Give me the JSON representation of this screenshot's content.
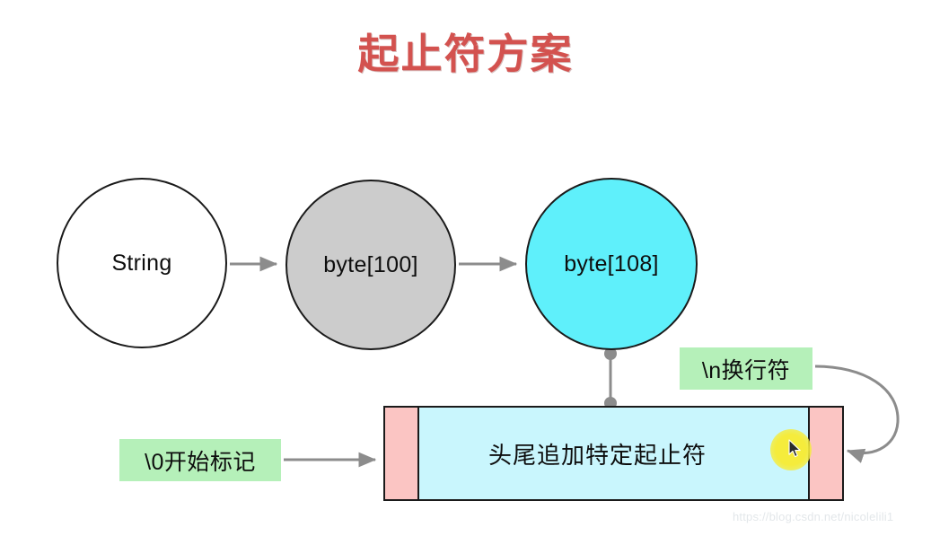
{
  "page": {
    "title": "起止符方案",
    "title_color": "#d3524f",
    "background": "#ffffff"
  },
  "flow": {
    "nodes": [
      {
        "id": "string",
        "label": "String",
        "fill": "#ffffff",
        "stroke": "#1a1a1a"
      },
      {
        "id": "byte100",
        "label": "byte[100]",
        "fill": "#cccccc",
        "stroke": "#1a1a1a"
      },
      {
        "id": "byte108",
        "label": "byte[108]",
        "fill": "#5ff0fb",
        "stroke": "#1a1a1a"
      }
    ],
    "arrow_color": "#8c8c8c"
  },
  "buffer": {
    "label": "头尾追加特定起止符",
    "body_fill": "#c9f6fd",
    "cap_fill": "#fbc5c3",
    "stroke": "#1a1a1a"
  },
  "annotations": [
    {
      "id": "start-marker",
      "label": "\\0开始标记",
      "fill": "#b5f0b9"
    },
    {
      "id": "newline-marker",
      "label": "\\n换行符",
      "fill": "#b5f0b9"
    }
  ],
  "connector": {
    "color": "#8c8c8c",
    "endpoint_shape": "circle"
  },
  "cursor": {
    "type": "arrow-pointer",
    "highlight_color": "#f5ec3c"
  },
  "watermark": {
    "text": "https://blog.csdn.net/nicolelili1",
    "color": "#e3e7ea"
  }
}
